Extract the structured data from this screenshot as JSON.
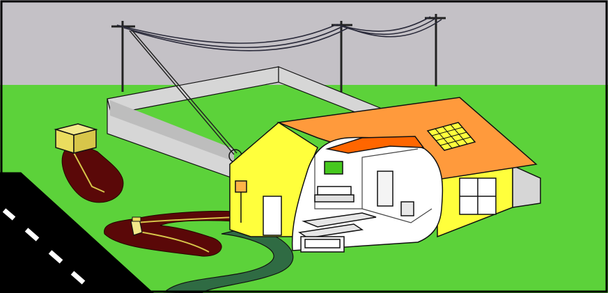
{
  "scene": {
    "colors": {
      "sky": "#c4c1c6",
      "grass": "#5cd23a",
      "wall_yellow": "#ffff3c",
      "roof_orange": "#ff9a3c",
      "roof_dark": "#ff6600",
      "trench": "#5a0808",
      "conduit": "#d7c64a",
      "road": "#000000",
      "lane_marking": "#ffffff",
      "fence": "#d6d6d6",
      "driveway": "#2f6b43",
      "window": "#46c81e",
      "interior": "#ffffff",
      "border": "#000000"
    },
    "elements": [
      "utility-poles",
      "power-lines",
      "service-drop",
      "fenced-yard",
      "transformer-box",
      "underground-trench",
      "road",
      "driveway",
      "house",
      "solar-panel",
      "meter-box",
      "cutaway-interior"
    ]
  }
}
